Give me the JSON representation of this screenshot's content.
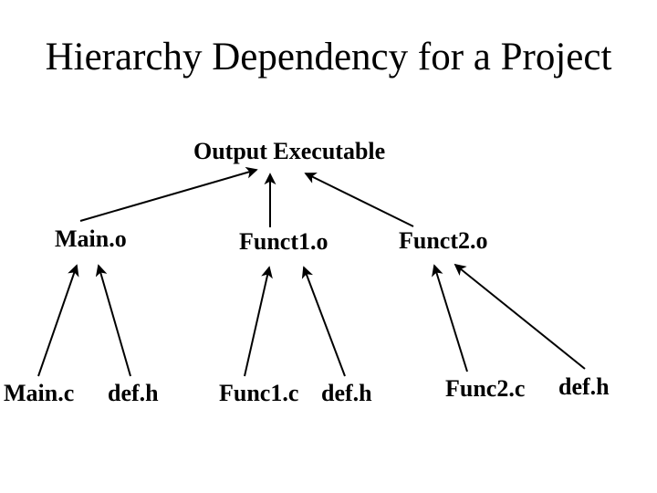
{
  "slide": {
    "title": "Hierarchy Dependency for a Project"
  },
  "diagram": {
    "type": "dependency-tree",
    "root": {
      "label": "Output Executable"
    },
    "object_files": [
      {
        "label": "Main.o"
      },
      {
        "label": "Funct1.o"
      },
      {
        "label": "Funct2.o"
      }
    ],
    "source_files": [
      {
        "label": "Main.c"
      },
      {
        "label": "def.h"
      },
      {
        "label": "Func1.c"
      },
      {
        "label": "def.h"
      },
      {
        "label": "Func2.c"
      },
      {
        "label": "def.h"
      }
    ],
    "edges": [
      {
        "from": "Main.o",
        "to": "Output Executable"
      },
      {
        "from": "Funct1.o",
        "to": "Output Executable"
      },
      {
        "from": "Funct2.o",
        "to": "Output Executable"
      },
      {
        "from": "Main.c",
        "to": "Main.o"
      },
      {
        "from": "def.h",
        "to": "Main.o"
      },
      {
        "from": "Func1.c",
        "to": "Funct1.o"
      },
      {
        "from": "def.h",
        "to": "Funct1.o"
      },
      {
        "from": "Func2.c",
        "to": "Funct2.o"
      },
      {
        "from": "def.h",
        "to": "Funct2.o"
      }
    ],
    "colors": {
      "background": "#ffffff",
      "text": "#000000",
      "arrow": "#000000"
    }
  }
}
